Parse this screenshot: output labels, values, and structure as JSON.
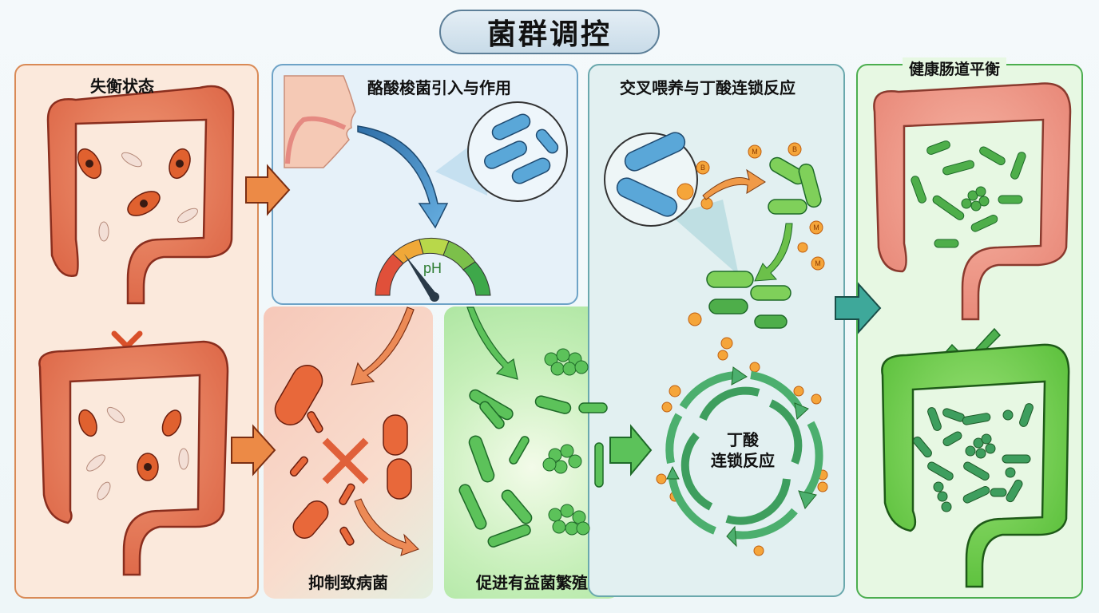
{
  "title": "菌群调控",
  "panels": {
    "imbalance": {
      "title": "失衡状态"
    },
    "introduction": {
      "title": "酪酸梭菌引入与作用",
      "gauge_label": "pH"
    },
    "inhibit": {
      "title": "抑制致病菌"
    },
    "promote": {
      "title": "促进有益菌繁殖"
    },
    "crossfeeding": {
      "title": "交叉喂养与丁酸连锁反应",
      "cycle_label_line1": "丁酸",
      "cycle_label_line2": "连锁反应",
      "metabolite_labels": [
        "B",
        "M"
      ]
    },
    "healthy": {
      "title": "健康肠道平衡"
    }
  },
  "colors": {
    "imbalance": "#d98a56",
    "introduction": "#6ea3c7",
    "crossfeeding": "#6aa8ad",
    "healthy": "#4cae4f",
    "pathogen": "#e8683a",
    "beneficial": "#5cc25a",
    "clostridium": "#5aa7d8",
    "metabolite": "#f5a53a"
  }
}
